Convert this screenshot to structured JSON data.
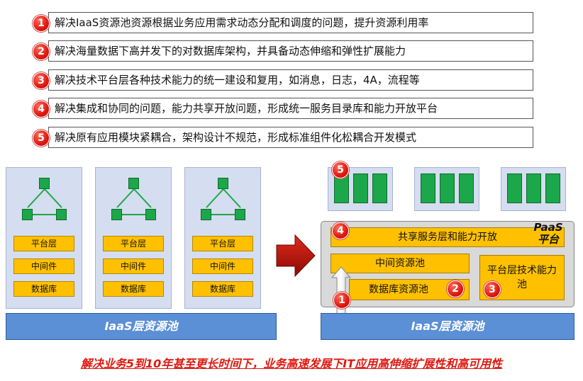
{
  "problems": [
    {
      "num": "1",
      "text": "解决IaaS资源池资源根据业务应用需求动态分配和调度的问题，提升资源利用率"
    },
    {
      "num": "2",
      "text": "解决海量数据下高并发下的对数据库架构，并具备动态伸缩和弹性扩展能力"
    },
    {
      "num": "3",
      "text": "解决技术平台层各种技术能力的统一建设和复用，如消息，日志，4A，流程等"
    },
    {
      "num": "4",
      "text": "解决集成和协同的问题，能力共享开放问题，形成统一服务目录库和能力开放平台"
    },
    {
      "num": "5",
      "text": "解决原有应用模块紧耦合，架构设计不规范，形成标准组件化松耦合开发模式"
    }
  ],
  "left": {
    "vm_layers": [
      "平台层",
      "中间件",
      "数据库"
    ],
    "iaas_label": "IaaS层资源池"
  },
  "right": {
    "badge_apps": "5",
    "badge_share": "4",
    "badge_db": "2",
    "badge_platform": "3",
    "badge_iaas": "1",
    "share_label": "共享服务层和能力开放",
    "paas_line1": "PaaS",
    "paas_line2": "平台",
    "middleware_label": "中间资源池",
    "db_label": "数据库资源池",
    "platform_label": "平台层技术能力池",
    "iaas_label": "IaaS层资源池"
  },
  "footer": "解决业务5到10年甚至更长时间下，业务高速发展下IT应用高伸缩扩展性和高可用性",
  "colors": {
    "accent_red": "#e0180f",
    "green": "#1ca74a",
    "yellow": "#ffc000",
    "blue": "#5b8fd6",
    "vm_bg": "#d5ddf0"
  }
}
